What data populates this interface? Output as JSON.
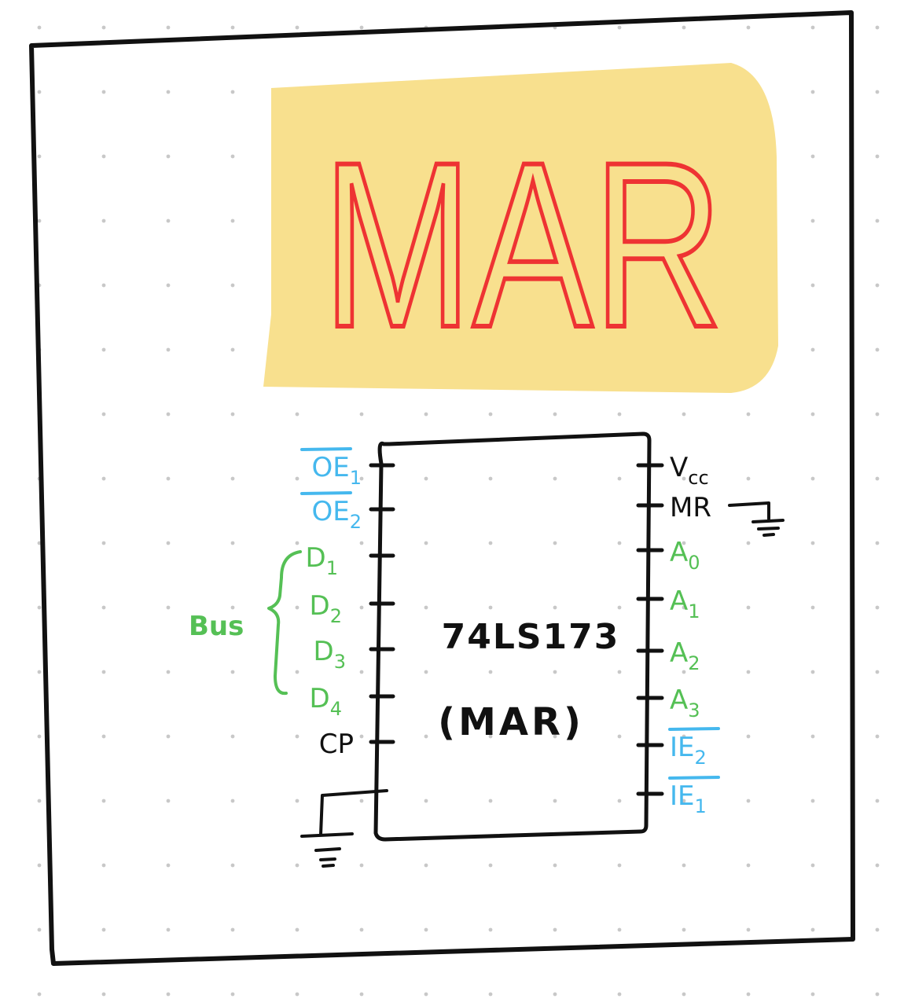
{
  "title": {
    "text": "MAR",
    "highlight_color": "#F8E08E",
    "text_color": "#EE3333"
  },
  "chip": {
    "part_number": "74LS173",
    "role": "(MAR)"
  },
  "bus_label": "Bus",
  "left_pins": [
    {
      "label": "OE1",
      "base": "OE",
      "sub": "1",
      "overline": true,
      "color": "#45B8EE"
    },
    {
      "label": "OE2",
      "base": "OE",
      "sub": "2",
      "overline": true,
      "color": "#45B8EE"
    },
    {
      "label": "D1",
      "base": "D",
      "sub": "1",
      "overline": false,
      "color": "#55C055"
    },
    {
      "label": "D2",
      "base": "D",
      "sub": "2",
      "overline": false,
      "color": "#55C055"
    },
    {
      "label": "D3",
      "base": "D",
      "sub": "3",
      "overline": false,
      "color": "#55C055"
    },
    {
      "label": "D4",
      "base": "D",
      "sub": "4",
      "overline": false,
      "color": "#55C055"
    },
    {
      "label": "CP",
      "base": "CP",
      "sub": "",
      "overline": false,
      "color": "#111111"
    }
  ],
  "right_pins": [
    {
      "label": "Vcc",
      "base": "V",
      "sub": "cc",
      "overline": false,
      "color": "#111111"
    },
    {
      "label": "MR",
      "base": "MR",
      "sub": "",
      "overline": false,
      "color": "#111111"
    },
    {
      "label": "A0",
      "base": "A",
      "sub": "0",
      "overline": false,
      "color": "#55C055"
    },
    {
      "label": "A1",
      "base": "A",
      "sub": "1",
      "overline": false,
      "color": "#55C055"
    },
    {
      "label": "A2",
      "base": "A",
      "sub": "2",
      "overline": false,
      "color": "#55C055"
    },
    {
      "label": "A3",
      "base": "A",
      "sub": "3",
      "overline": false,
      "color": "#55C055"
    },
    {
      "label": "IE2",
      "base": "IE",
      "sub": "2",
      "overline": true,
      "color": "#45B8EE"
    },
    {
      "label": "IE1",
      "base": "IE",
      "sub": "1",
      "overline": true,
      "color": "#45B8EE"
    }
  ],
  "colors": {
    "ink": "#111111",
    "grid_dot": "#C8C8C8",
    "blue": "#45B8EE",
    "green": "#55C055"
  }
}
